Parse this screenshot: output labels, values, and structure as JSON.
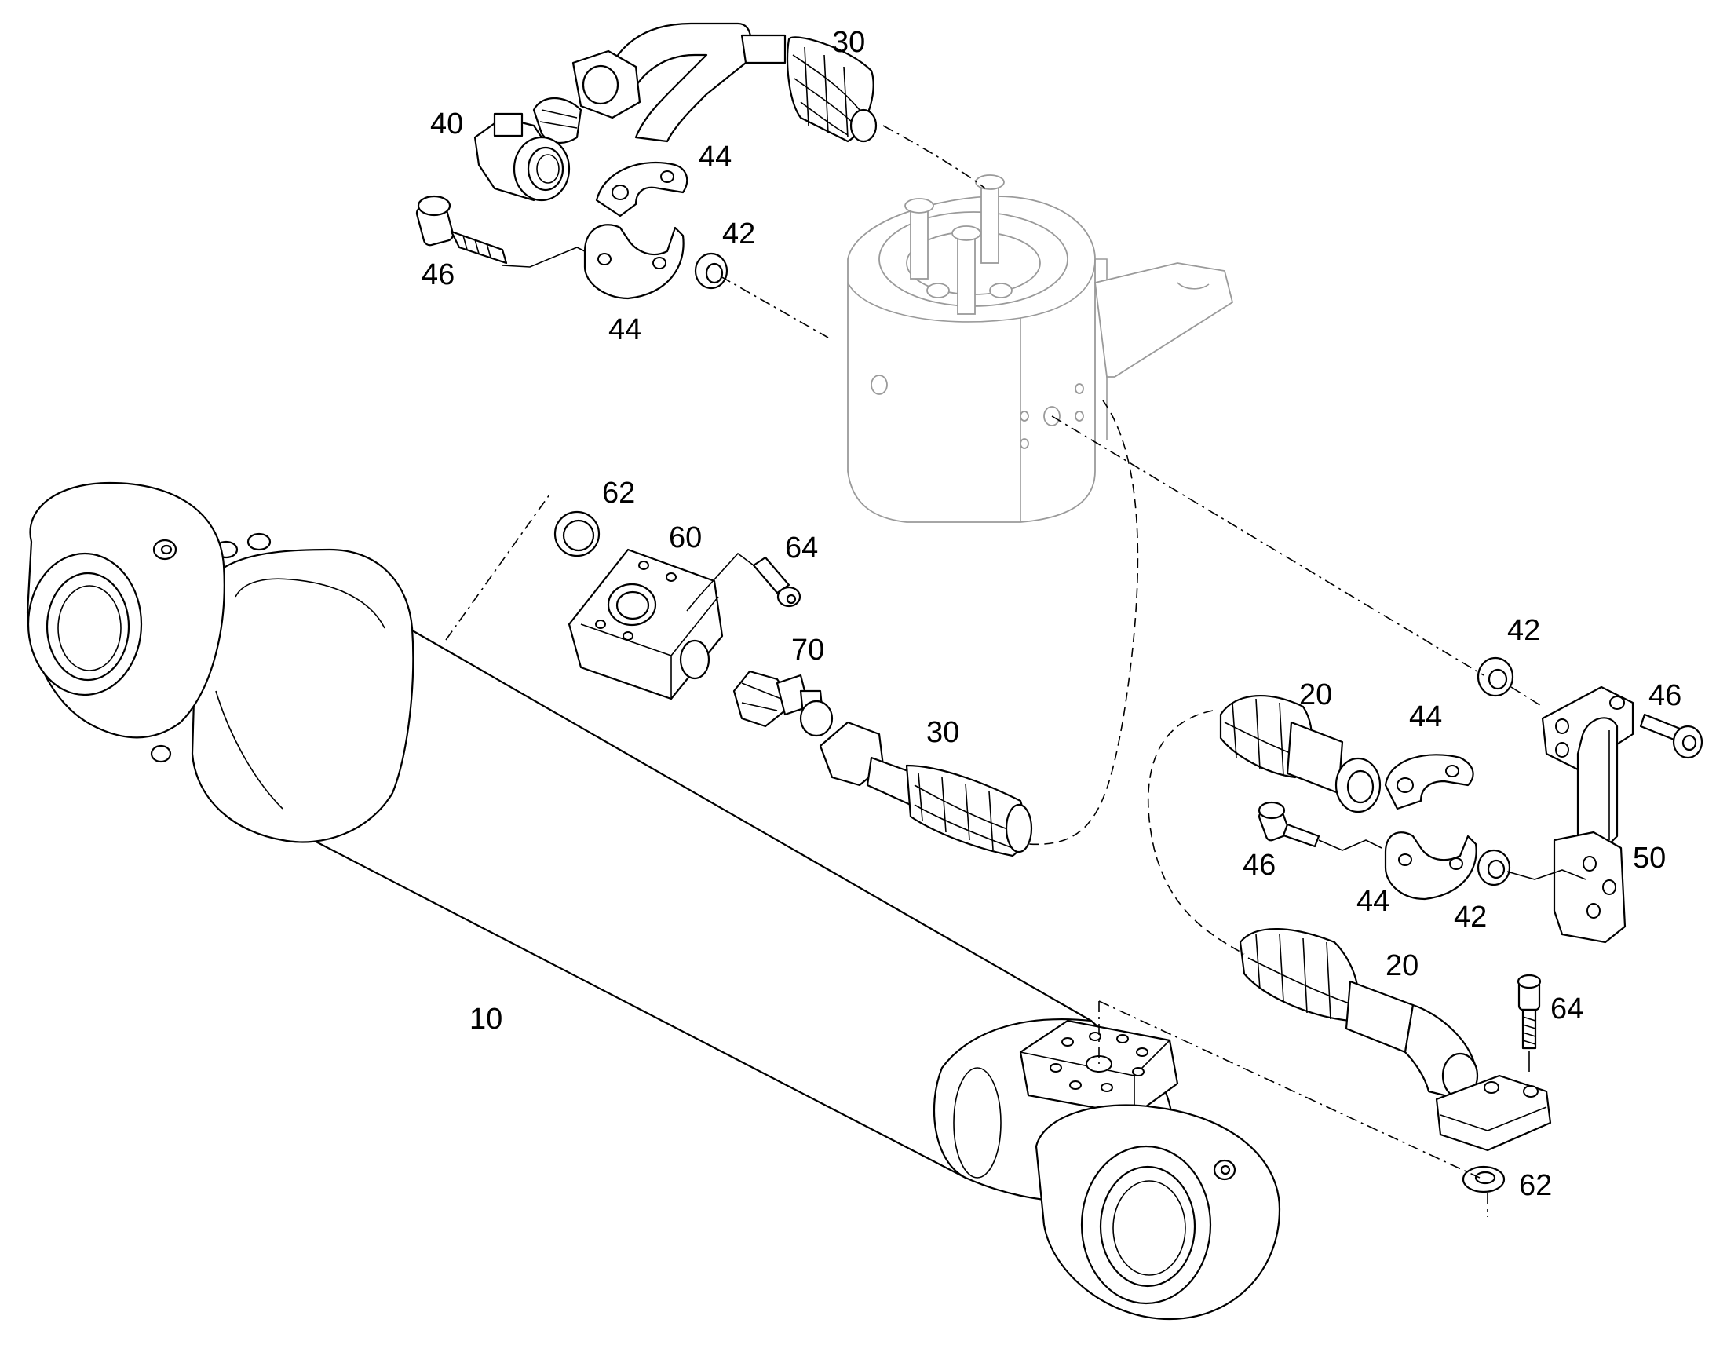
{
  "callouts": [
    {
      "id": "c30a",
      "text": "30"
    },
    {
      "id": "c40",
      "text": "40"
    },
    {
      "id": "c44a",
      "text": "44"
    },
    {
      "id": "c42a",
      "text": "42"
    },
    {
      "id": "c46a",
      "text": "46"
    },
    {
      "id": "c44b",
      "text": "44"
    },
    {
      "id": "c62a",
      "text": "62"
    },
    {
      "id": "c60",
      "text": "60"
    },
    {
      "id": "c64a",
      "text": "64"
    },
    {
      "id": "c70",
      "text": "70"
    },
    {
      "id": "c30b",
      "text": "30"
    },
    {
      "id": "c42b",
      "text": "42"
    },
    {
      "id": "c46b",
      "text": "46"
    },
    {
      "id": "c20a",
      "text": "20"
    },
    {
      "id": "c44c",
      "text": "44"
    },
    {
      "id": "c46c",
      "text": "46"
    },
    {
      "id": "c50",
      "text": "50"
    },
    {
      "id": "c44d",
      "text": "44"
    },
    {
      "id": "c42c",
      "text": "42"
    },
    {
      "id": "c20b",
      "text": "20"
    },
    {
      "id": "c10",
      "text": "10"
    },
    {
      "id": "c64b",
      "text": "64"
    },
    {
      "id": "c62b",
      "text": "62"
    }
  ]
}
